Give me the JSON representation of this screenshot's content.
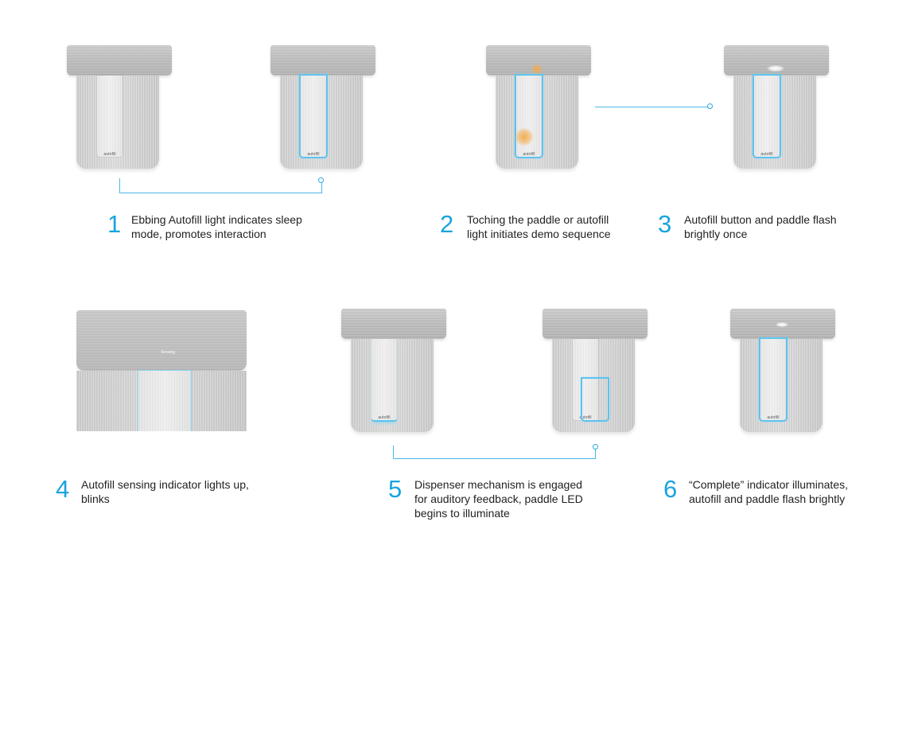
{
  "product": {
    "logo_text": "autofill"
  },
  "panel_indicators": {
    "labels": [
      "",
      "",
      "",
      "",
      "",
      "",
      "",
      "",
      "",
      ""
    ],
    "active": "Sensing"
  },
  "steps": [
    {
      "number": "1",
      "lines": [
        "Ebbing Autofill light indicates sleep",
        "mode, promotes interaction"
      ]
    },
    {
      "number": "2",
      "lines": [
        "Toching the paddle or autofill",
        "light initiates demo sequence"
      ]
    },
    {
      "number": "3",
      "lines": [
        "Autofill button and paddle flash",
        "brightly once"
      ]
    },
    {
      "number": "4",
      "lines": [
        "Autofill sensing indicator lights up,",
        "blinks"
      ]
    },
    {
      "number": "5",
      "lines": [
        "Dispenser mechanism is engaged",
        "for auditory feedback, paddle LED",
        "begins to illuminate"
      ]
    },
    {
      "number": "6",
      "lines": [
        "“Complete” indicator illuminates,",
        "autofill and paddle flash brightly"
      ]
    }
  ],
  "colors": {
    "accent": "#19a4df",
    "led": "#5cc3ee",
    "touch": "#f4aa46",
    "text": "#222222"
  }
}
